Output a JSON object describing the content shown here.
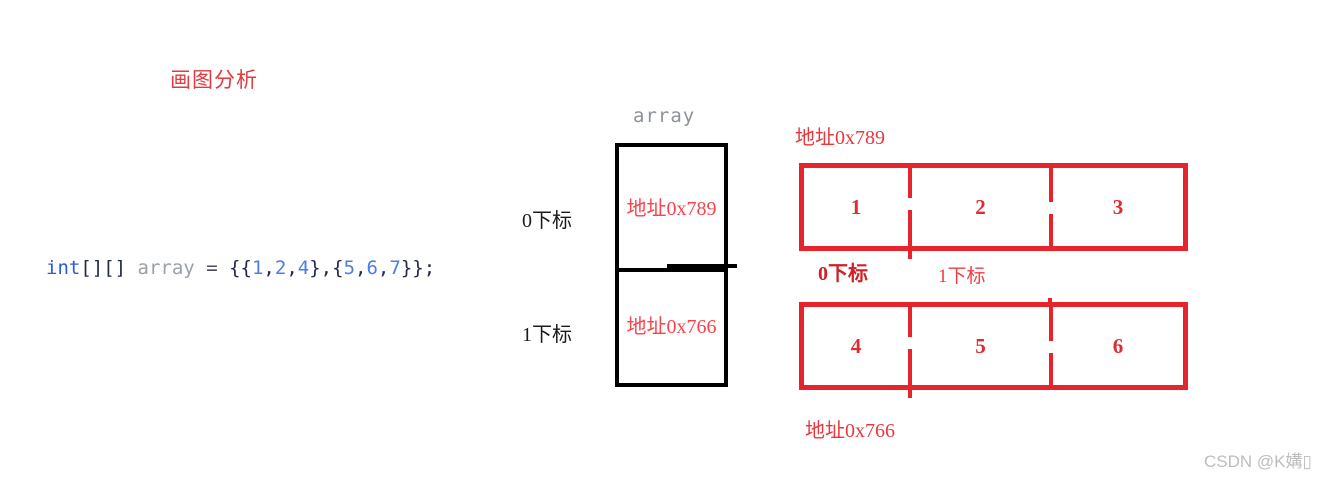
{
  "annotation": {
    "title": "画图分析"
  },
  "code": {
    "full_text": "int[][] array = {{1,2,4},{5,6,7}};",
    "tokens": [
      {
        "t": "int",
        "c": "keyword"
      },
      {
        "t": "[][]",
        "c": "punct"
      },
      {
        "t": " ",
        "c": "plain"
      },
      {
        "t": "array",
        "c": "var"
      },
      {
        "t": " = ",
        "c": "op"
      },
      {
        "t": "{{",
        "c": "punct"
      },
      {
        "t": "1",
        "c": "num"
      },
      {
        "t": ",",
        "c": "punct"
      },
      {
        "t": "2",
        "c": "num"
      },
      {
        "t": ",",
        "c": "punct"
      },
      {
        "t": "4",
        "c": "num"
      },
      {
        "t": "},{",
        "c": "punct"
      },
      {
        "t": "5",
        "c": "num"
      },
      {
        "t": ",",
        "c": "punct"
      },
      {
        "t": "6",
        "c": "num"
      },
      {
        "t": ",",
        "c": "punct"
      },
      {
        "t": "7",
        "c": "num"
      },
      {
        "t": "}};",
        "c": "punct"
      }
    ]
  },
  "outer_array": {
    "label": "array",
    "rows": [
      {
        "index_label": "0下标",
        "address": "地址0x789"
      },
      {
        "index_label": "1下标",
        "address": "地址0x766"
      }
    ]
  },
  "inner_arrays": [
    {
      "address_label": "地址0x789",
      "cells": [
        "1",
        "2",
        "3"
      ],
      "index_labels": [
        "0下标",
        "1下标"
      ]
    },
    {
      "address_label": "地址0x766",
      "cells": [
        "4",
        "5",
        "6"
      ]
    }
  ],
  "watermark": "CSDN @K媾▯",
  "colors": {
    "box_red": "#e5242b",
    "text_red": "#e8383d",
    "address_pink_red": "#f8434d",
    "annotation_red": "#e13a3f",
    "black": "#000000",
    "label_gray": "#8d9299",
    "watermark_gray": "#bdbdbd",
    "code_keyword_blue": "#2a5ad5",
    "code_number_blue": "#4c7ee2",
    "code_var_gray": "#9aa0a8",
    "code_punct_navy": "#23294a"
  }
}
